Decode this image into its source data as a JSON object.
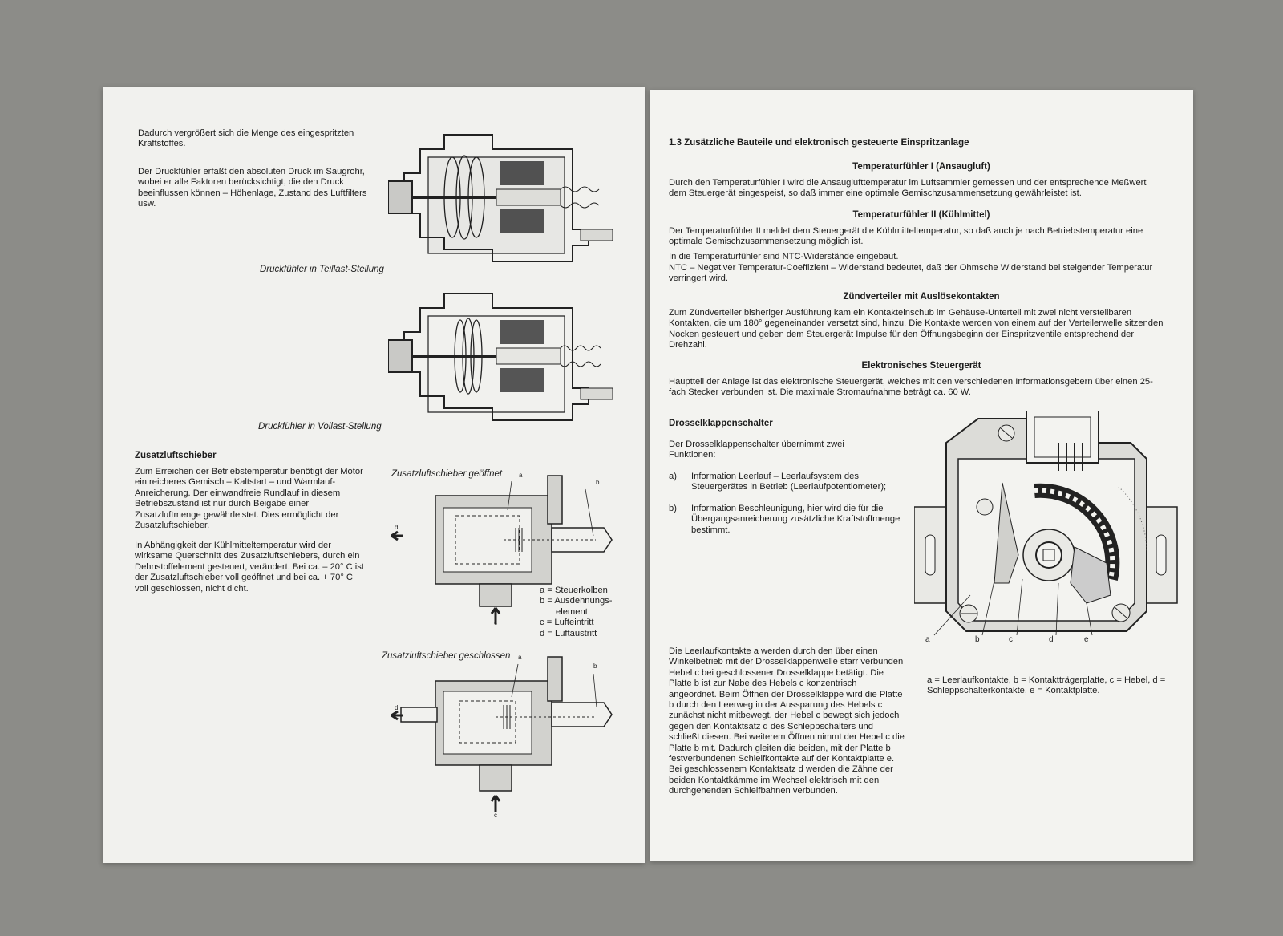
{
  "left_page": {
    "intro_1": "Dadurch vergrößert sich die Menge des eingespritzten Kraftstoffes.",
    "intro_2": "Der Druckfühler erfaßt den absoluten Druck im Saugrohr, wobei er alle Faktoren berücksichtigt, die den Druck beeinflussen können – Höhenlage, Zustand des Luftfilters usw.",
    "caption_teillast": "Druckfühler in Teillast-Stellung",
    "caption_vollast": "Druckfühler in Vollast-Stellung",
    "zusatz_heading": "Zusatzluftschieber",
    "zusatz_para_1": "Zum Erreichen der Betriebstemperatur benötigt der Motor ein reicheres Gemisch – Kaltstart – und Warmlauf-Anreicherung. Der einwandfreie Rundlauf in diesem Betriebszustand ist nur durch Beigabe einer Zusatzluftmenge gewährleistet. Dies ermöglicht der Zusatzluftschieber.",
    "zusatz_para_2": "In Abhängigkeit der Kühlmitteltemperatur wird der wirksame Querschnitt des Zusatzluftschiebers, durch ein Dehnstoffelement gesteuert, verändert. Bei ca. – 20° C ist der Zusatzluftschieber voll geöffnet und bei ca. + 70° C voll geschlossen, nicht dicht.",
    "caption_geoeffnet": "Zusatzluftschieber geöffnet",
    "caption_geschlossen": "Zusatzluftschieber geschlossen",
    "valve_labels": {
      "a": "a",
      "b": "b",
      "c": "c",
      "d": "d"
    },
    "legend": [
      "a = Steuerkolben",
      "b = Ausdehnungs-",
      "      element",
      "c = Lufteintritt",
      "d = Luftaustritt"
    ]
  },
  "right_page": {
    "section_title": "1.3   Zusätzliche Bauteile und elektronisch gesteuerte Einspritzanlage",
    "t1_heading": "Temperaturfühler I (Ansaugluft)",
    "t1_text": "Durch den Temperaturfühler I wird die Ansauglufttemperatur im Luftsammler gemessen und der entsprechende Meßwert dem Steuergerät eingespeist, so daß immer eine optimale Gemischzusammensetzung gewährleistet ist.",
    "t2_heading": "Temperaturfühler II (Kühlmittel)",
    "t2_text_1": "Der Temperaturfühler II meldet dem Steuergerät die Kühlmitteltemperatur, so daß auch je nach Betriebstemperatur eine optimale Gemischzusammensetzung möglich ist.",
    "t2_text_2": "In die Temperaturfühler sind NTC-Widerstände eingebaut.",
    "t2_text_3": "NTC – Negativer Temperatur-Coeffizient – Widerstand bedeutet, daß der Ohmsche Widerstand bei steigender Temperatur verringert wird.",
    "zv_heading": "Zündverteiler mit Auslösekontakten",
    "zv_text": "Zum Zündverteiler bisheriger Ausführung kam ein Kontakteinschub im Gehäuse-Unterteil mit zwei nicht verstellbaren Kontakten, die um 180° gegeneinander versetzt sind, hinzu. Die Kontakte werden von einem auf der Verteilerwelle sitzenden Nocken gesteuert und geben dem Steuergerät Impulse für den Öffnungsbeginn der Einspritzventile entsprechend der Drehzahl.",
    "sg_heading": "Elektronisches Steuergerät",
    "sg_text": "Hauptteil der Anlage ist das elektronische Steuergerät, welches mit den verschiedenen Informationsgebern über einen 25-fach Stecker verbunden ist. Die maximale Stromaufnahme beträgt ca. 60 W.",
    "dk_heading": "Drosselklappenschalter",
    "dk_intro": "Der Drosselklappenschalter übernimmt zwei Funktionen:",
    "dk_a_marker": "a)",
    "dk_a_text": "Information Leerlauf – Leerlaufsystem des Steuergerätes in Betrieb (Leerlaufpotentiometer);",
    "dk_b_marker": "b)",
    "dk_b_text": "Information Beschleunigung, hier wird die für die Übergangsanreicherung zusätzliche Kraftstoffmenge bestimmt.",
    "dk_long_text": "Die Leerlaufkontakte a werden durch den über einen Winkelbetrieb mit der Drosselklappenwelle starr verbunden Hebel c bei geschlossener Drosselklappe betätigt. Die Platte b ist zur Nabe des Hebels c konzentrisch angeordnet. Beim Öffnen der Drosselklappe wird die Platte b durch den Leerweg in der Aussparung des Hebels c zunächst nicht mitbewegt, der Hebel c bewegt sich jedoch gegen den Kontaktsatz d des Schleppschalters und schließt diesen. Bei weiterem Öffnen nimmt der Hebel c die Platte b mit. Dadurch gleiten die beiden, mit der Platte b festverbundenen Schleifkontakte auf der Kontaktplatte e. Bei geschlossenem Kontaktsatz d werden die Zähne der beiden Kontaktkämme im Wechsel elektrisch mit den durchgehenden Schleifbahnen verbunden.",
    "fig_labels": [
      "a",
      "b",
      "c",
      "d",
      "e"
    ],
    "fig_legend_1": "a = Leerlaufkontakte, b = Kontaktträgerplatte, c = Hebel, d = Schleppschalterkontakte, e = Kontaktplatte."
  }
}
